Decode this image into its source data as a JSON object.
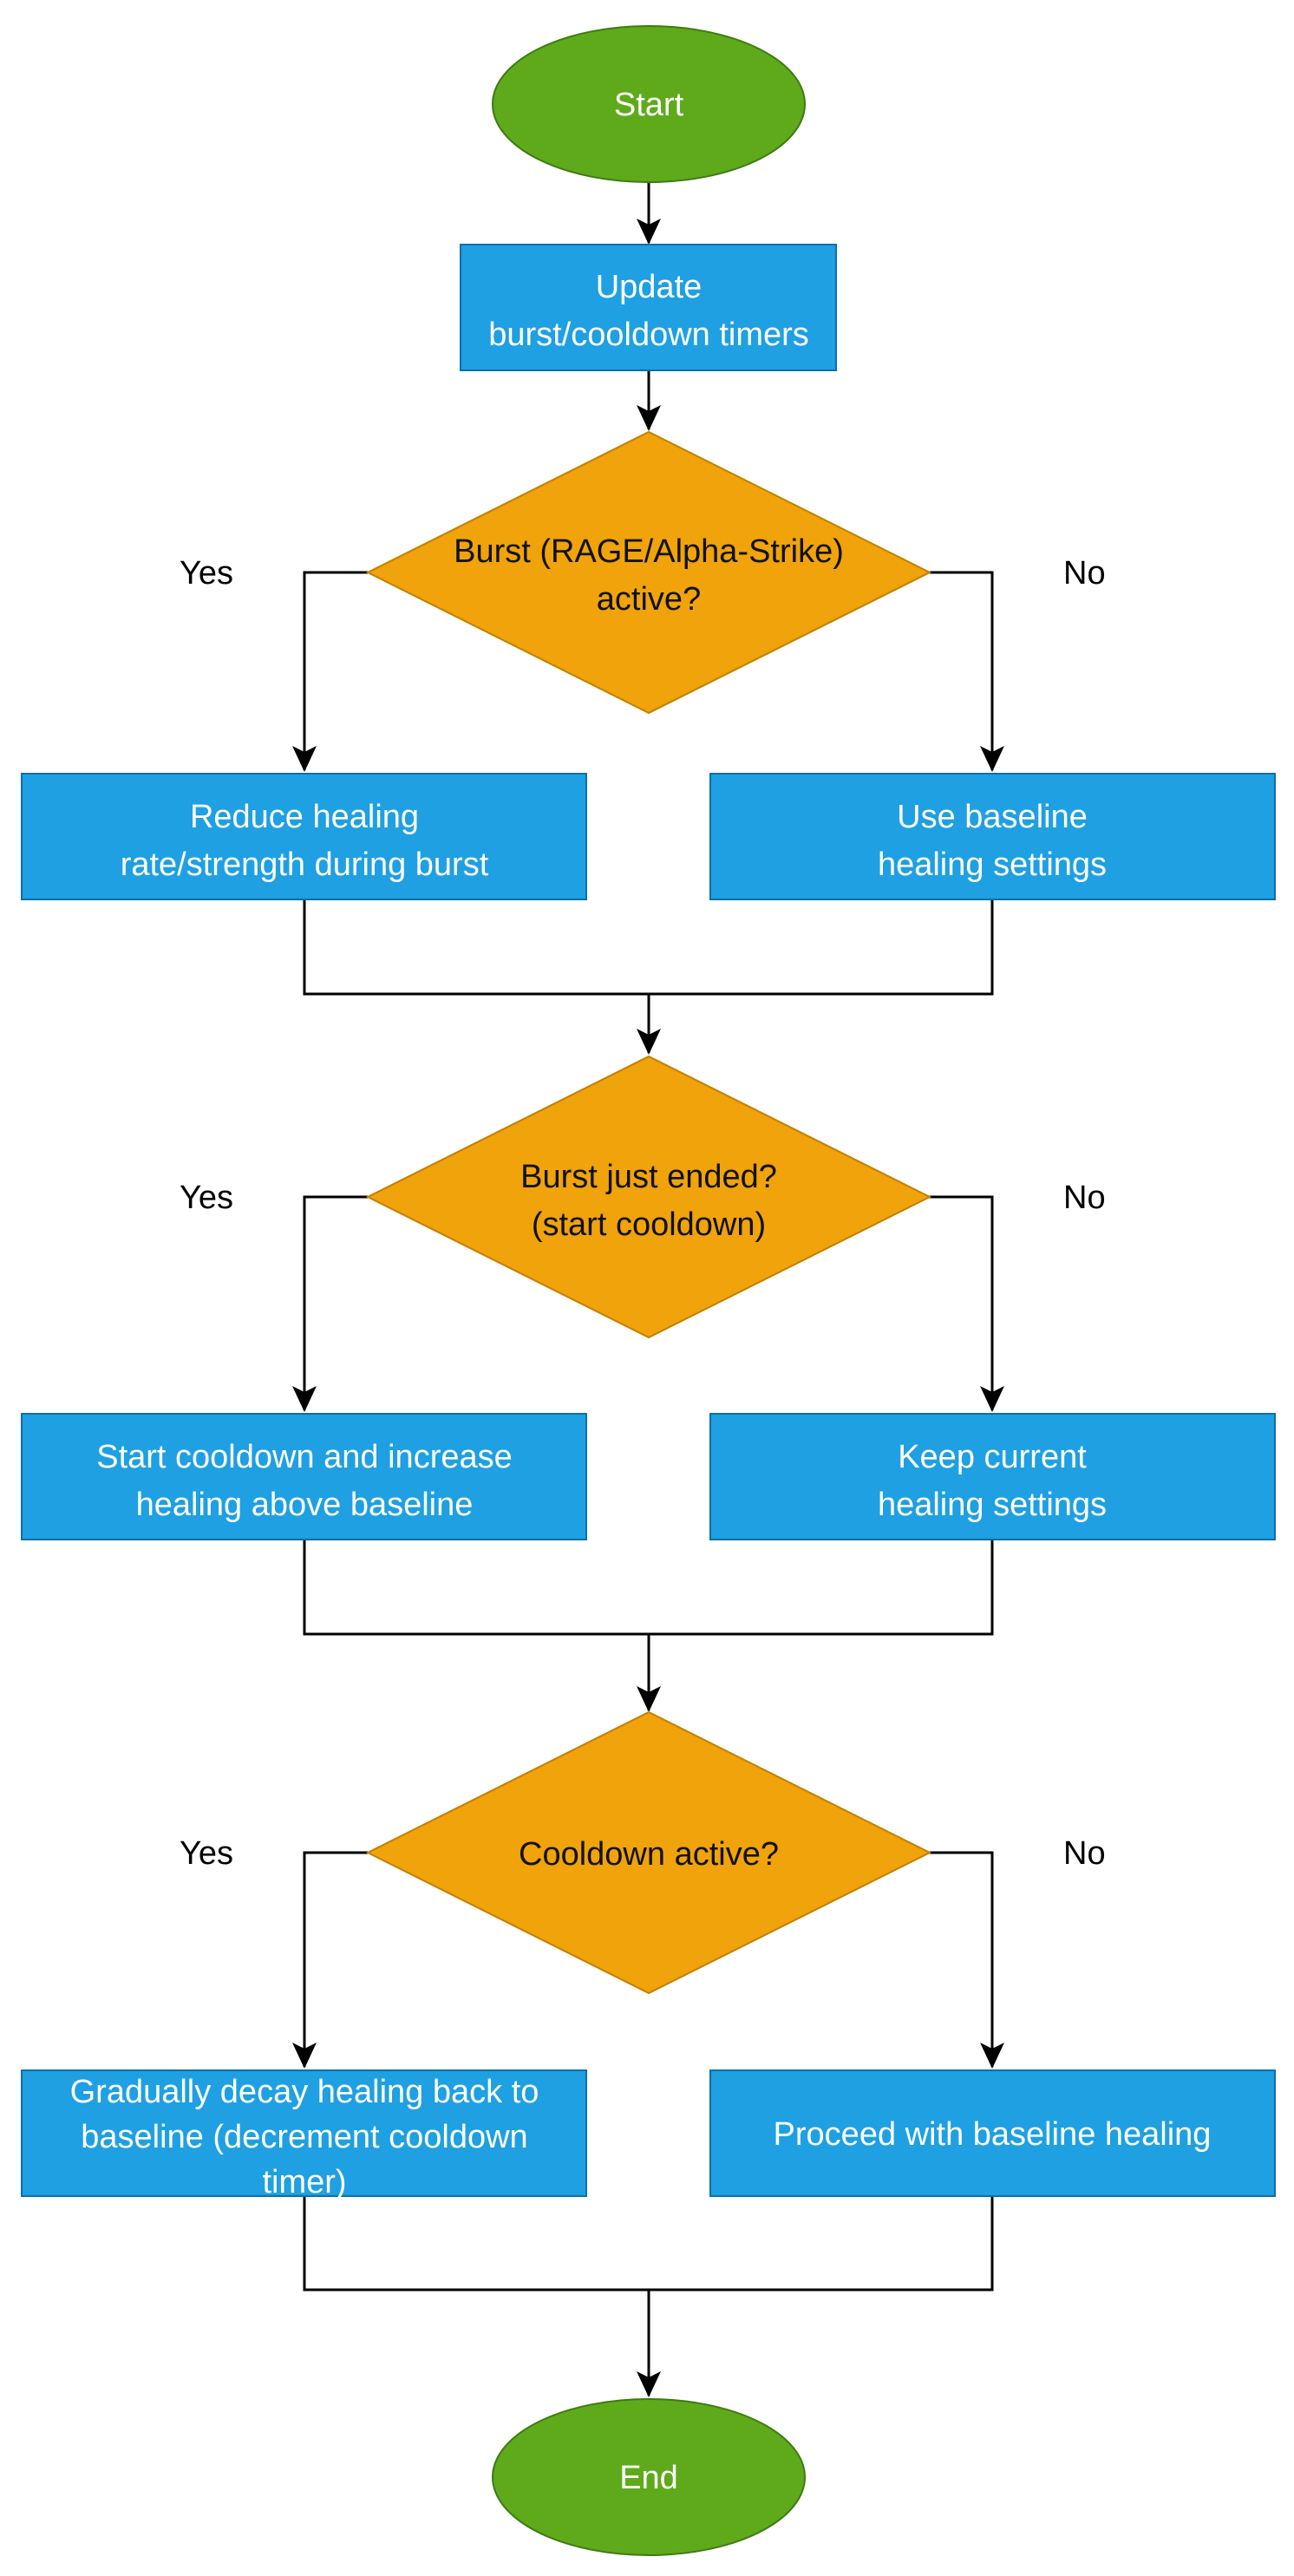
{
  "colors": {
    "terminal_fill": "#5eaa1b",
    "terminal_stroke": "#3f7a12",
    "process_fill": "#1ea0e2",
    "process_stroke": "#0d6fa8",
    "decision_fill": "#f0a30a",
    "decision_stroke": "#c37f00",
    "edge": "#000000"
  },
  "nodes": {
    "start": {
      "lines": [
        "Start"
      ]
    },
    "update_timers": {
      "lines": [
        "Update",
        "burst/cooldown timers"
      ]
    },
    "burst_active": {
      "lines": [
        "Burst (RAGE/Alpha-Strike)",
        "active?"
      ]
    },
    "reduce_healing": {
      "lines": [
        "Reduce healing",
        "rate/strength during burst"
      ]
    },
    "baseline_settings": {
      "lines": [
        "Use baseline",
        "healing settings"
      ]
    },
    "burst_ended": {
      "lines": [
        "Burst just ended?",
        "(start cooldown)"
      ]
    },
    "start_cooldown": {
      "lines": [
        "Start cooldown and increase",
        "healing above baseline"
      ]
    },
    "keep_current": {
      "lines": [
        "Keep current",
        "healing settings"
      ]
    },
    "cooldown_active": {
      "lines": [
        "Cooldown active?"
      ]
    },
    "decay_healing": {
      "lines": [
        "Gradually decay healing back to",
        "baseline (decrement cooldown",
        "timer)"
      ]
    },
    "proceed_baseline": {
      "lines": [
        "Proceed with baseline healing"
      ]
    },
    "end": {
      "lines": [
        "End"
      ]
    }
  },
  "branch_labels": {
    "d1_yes": "Yes",
    "d1_no": "No",
    "d2_yes": "Yes",
    "d2_no": "No",
    "d3_yes": "Yes",
    "d3_no": "No"
  }
}
